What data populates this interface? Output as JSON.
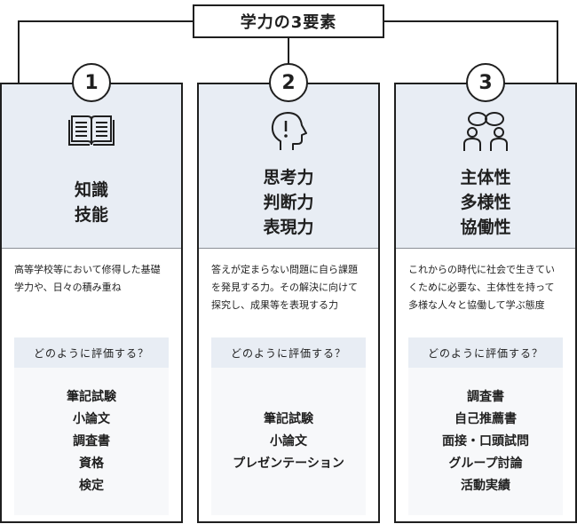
{
  "title": "学力の3要素",
  "cards": [
    {
      "number": "1",
      "icon": "open-book-icon",
      "heading": [
        "知識",
        "技能"
      ],
      "description": "高等学校等において修得した基礎学力や、日々の積み重ね",
      "eval_label": "どのように評価する？",
      "methods": [
        "筆記試験",
        "小論文",
        "調査書",
        "資格",
        "検定"
      ]
    },
    {
      "number": "2",
      "icon": "head-exclamation-icon",
      "heading": [
        "思考力",
        "判断力",
        "表現力"
      ],
      "description": "答えが定まらない問題に自ら課題を発見する力。その解決に向けて探究し、成果等を表現する力",
      "eval_label": "どのように評価する？",
      "methods": [
        "筆記試験",
        "小論文",
        "プレゼンテーション"
      ]
    },
    {
      "number": "3",
      "icon": "people-talking-icon",
      "heading": [
        "主体性",
        "多様性",
        "協働性"
      ],
      "description": "これからの時代に社会で生きていくために必要な、主体性を持って多様な人々と協働して学ぶ態度",
      "eval_label": "どのように評価する？",
      "methods": [
        "調査書",
        "自己推薦書",
        "面接・口頭試問",
        "グループ討論",
        "活動実績"
      ]
    }
  ],
  "colors": {
    "panel": "#e8edf4",
    "border": "#1f1f1f",
    "method_bg": "#f7f8fa"
  }
}
